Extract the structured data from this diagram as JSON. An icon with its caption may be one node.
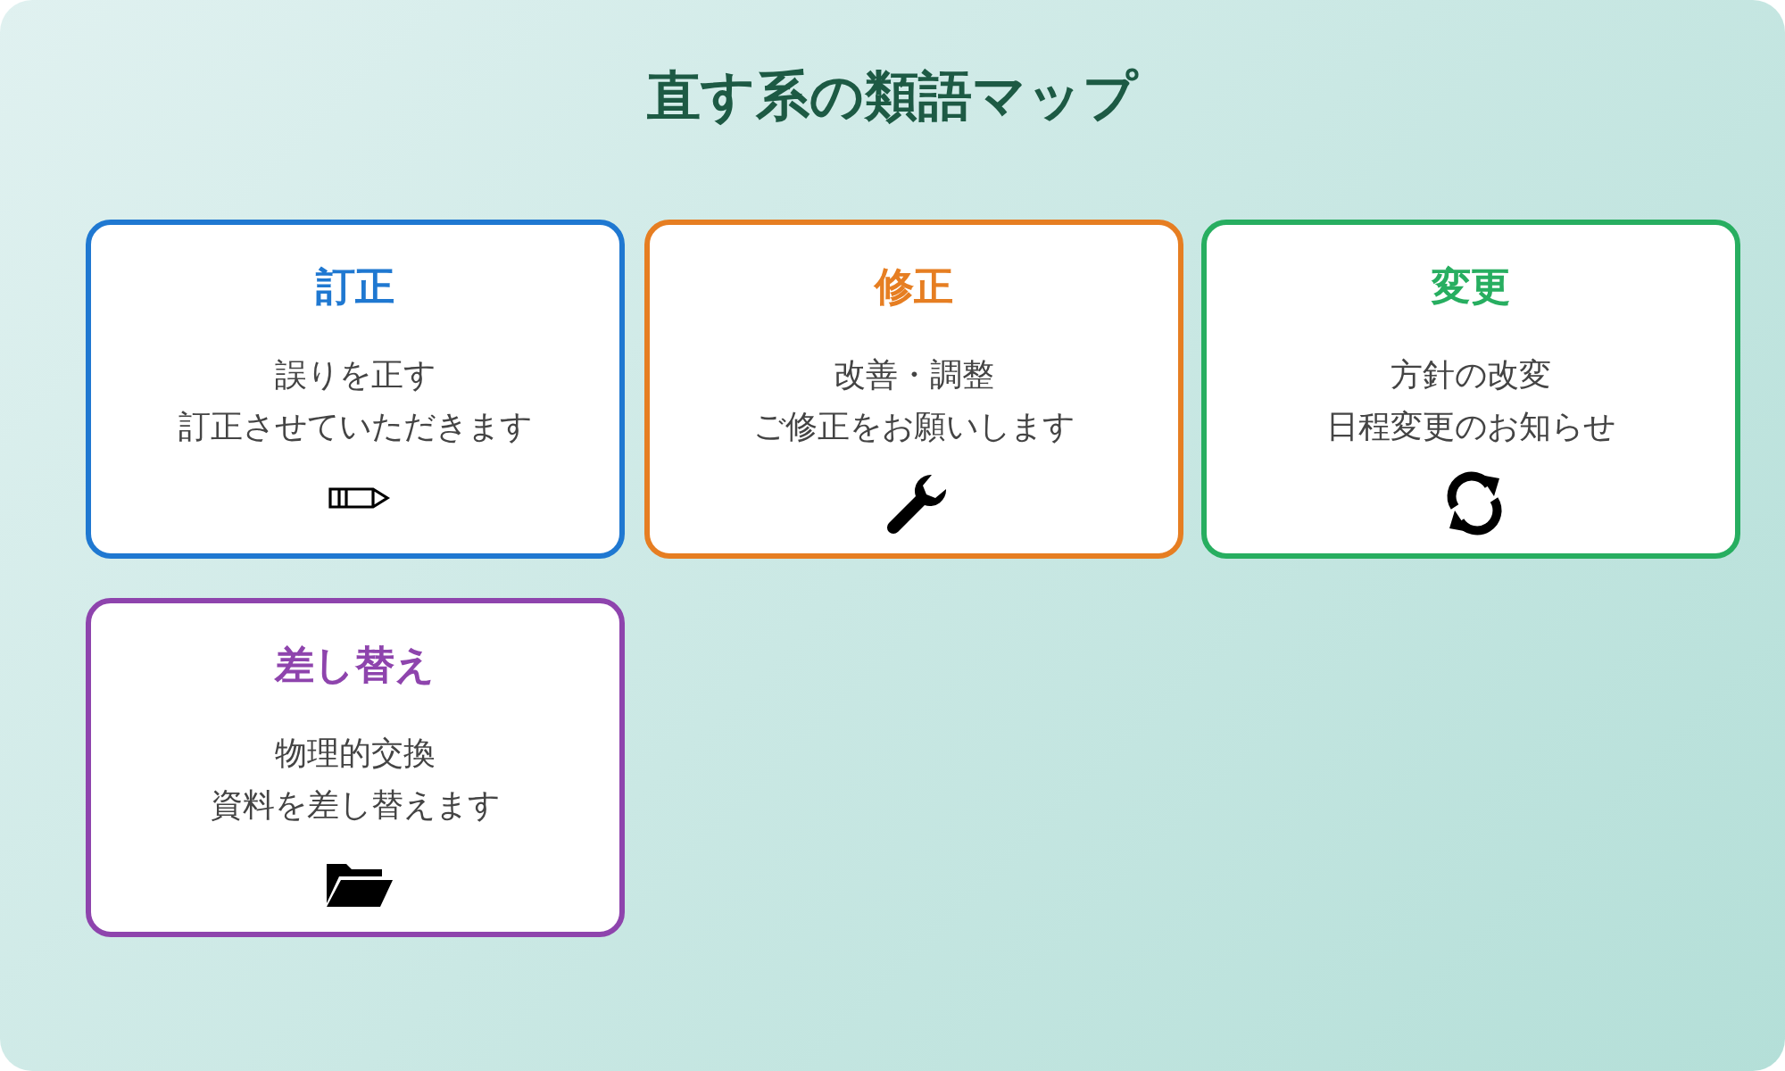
{
  "diagram": {
    "title": "直す系の類語マップ",
    "nodes": [
      {
        "text": [
          "訂正",
          "誤りを正す",
          "訂正させていただきます"
        ]
      },
      {
        "text": [
          "修正",
          "改善・調整",
          "ご修正をお願いします"
        ]
      },
      {
        "text": [
          "変更",
          "方針の改変",
          "日程変更のお知らせ"
        ]
      },
      {
        "text": [
          "差し替え",
          "物理的交換",
          "資料を差し替えます"
        ]
      }
    ]
  }
}
